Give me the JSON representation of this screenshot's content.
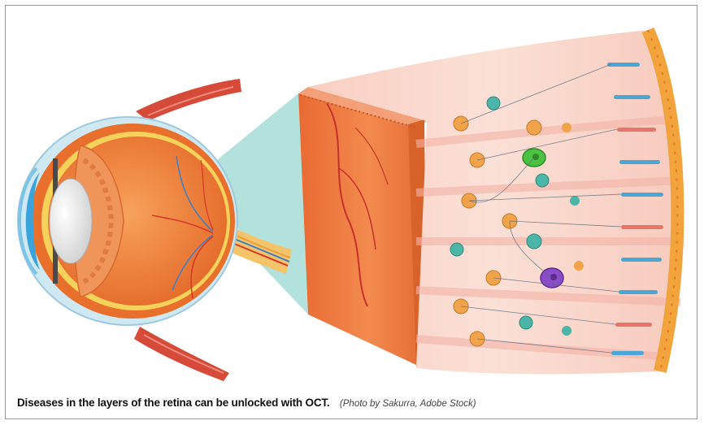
{
  "caption": {
    "main": "Diseases in the layers of  the retina can be unlocked with OCT.",
    "credit": "(Photo by Sakurra, Adobe Stock)"
  },
  "colors": {
    "sclera": "#e9702c",
    "eyeball_inner": "#f28a3a",
    "cornea": "#3aa3dc",
    "lens": "#f2f2f2",
    "ciliary": "#f0955a",
    "muscle": "#d64a3a",
    "optic_nerve": "#f5c46a",
    "zoom_beam": "#a6ddd6",
    "retina_block": "#f08a4a",
    "retina_edge": "#d9622a",
    "layer_light": "#fde3d8",
    "layer_pink": "#f6c1b7",
    "rod": "#4aa6d6",
    "cone": "#e6766b",
    "neuron_orange": "#f0a34a",
    "neuron_teal": "#4bb6a8",
    "neuron_green": "#4cc244",
    "neuron_purple": "#8a4cc8",
    "rpe": "#f2a33c"
  },
  "icons": [
    "eye-cross-section-illustration",
    "retina-cell-layers-illustration"
  ]
}
